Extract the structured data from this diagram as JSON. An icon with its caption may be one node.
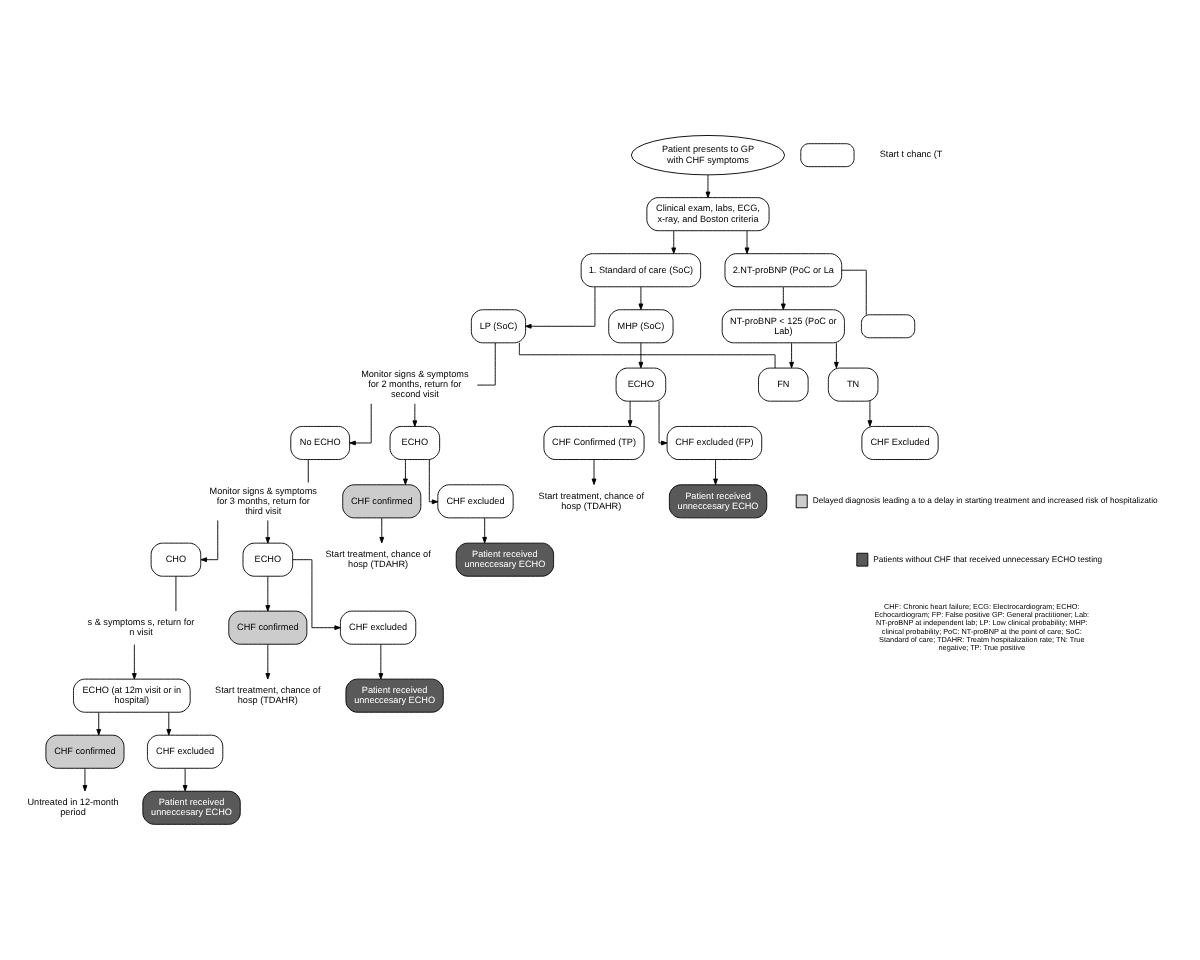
{
  "diagram": {
    "nodes": [
      {
        "text": [
          "Patient presents to GP with CHF symptoms"
        ]
      },
      {
        "text": [
          "Clinical exam, labs, ECG, x-ray, and Boston criteria"
        ]
      },
      {
        "text": [
          "1. Standard of care (SoC)"
        ]
      },
      {
        "text": [
          "2.NT-proBNP (PoC or La"
        ]
      },
      {
        "text": [
          "LP (SoC)"
        ]
      },
      {
        "text": [
          "MHP (SoC)"
        ]
      },
      {
        "text": [
          "NT-proBNP < 125 (PoC or Lab)"
        ]
      },
      {
        "text": [
          "Monitor signs & symptoms for 2 months, return for second visit"
        ]
      },
      {
        "text": [
          "No ECHO"
        ]
      },
      {
        "text": [
          "ECHO"
        ]
      },
      {
        "text": [
          "CHF confirmed"
        ]
      },
      {
        "text": [
          "CHF excluded"
        ]
      },
      {
        "text": [
          "Start treatment, chance of hosp (TDAHR)"
        ]
      },
      {
        "text": [
          "Patient received unneccesary ECHO"
        ]
      },
      {
        "text": [
          "Monitor signs & symptoms for 3 months, return for third visit"
        ]
      },
      {
        "text": [
          "CHO"
        ]
      },
      {
        "text": [
          "ECHO"
        ]
      },
      {
        "text": [
          "CHF confirmed"
        ]
      },
      {
        "text": [
          "CHF excluded"
        ]
      },
      {
        "text": [
          "Start treatment, chance of hosp (TDAHR)"
        ]
      },
      {
        "text": [
          "Patient received unneccesary ECHO"
        ]
      },
      {
        "text": [
          "s & symptoms s, return for n visit"
        ]
      },
      {
        "text": [
          "ECHO (at 12m visit or in hospital)"
        ]
      },
      {
        "text": [
          "CHF confirmed"
        ]
      },
      {
        "text": [
          "CHF excluded"
        ]
      },
      {
        "text": [
          "Untreated in 12-month period"
        ]
      },
      {
        "text": [
          "Patient received unneccesary ECHO"
        ]
      },
      {
        "text": [
          "ECHO"
        ]
      },
      {
        "text": [
          "CHF Confirmed (TP)"
        ]
      },
      {
        "text": [
          "CHF excluded (FP)"
        ]
      },
      {
        "text": [
          "Start treatment, chance of hosp (TDAHR)"
        ]
      },
      {
        "text": [
          "Patient received unneccesary ECHO"
        ]
      },
      {
        "text": [
          "FN"
        ]
      },
      {
        "text": [
          "TN"
        ]
      },
      {
        "text": [
          "CHF Excluded"
        ]
      },
      {
        "text": [],
        "shape": "box"
      },
      {
        "text": [],
        "shape": "box"
      },
      {
        "text": [
          "Start t chanc (T"
        ]
      }
    ],
    "edges": [
      {
        "from": 0,
        "to": 1,
        "arrow": "to"
      },
      {
        "from": 1,
        "to": 2,
        "arrow": "to"
      },
      {
        "from": 1,
        "to": 3,
        "arrow": "to"
      },
      {
        "from": 2,
        "to": 4,
        "arrow": "to"
      },
      {
        "from": 2,
        "to": 5,
        "arrow": "to"
      },
      {
        "from": 3,
        "to": 6,
        "arrow": "to"
      },
      {
        "from": 3,
        "to": 35,
        "arrow": "none"
      },
      {
        "from": 4,
        "to": 7,
        "arrow": "none"
      },
      {
        "from": 7,
        "to": 8,
        "arrow": "to"
      },
      {
        "from": 7,
        "to": 9,
        "arrow": "to"
      },
      {
        "from": 9,
        "to": 10,
        "arrow": "to"
      },
      {
        "from": 9,
        "to": 11,
        "arrow": "to"
      },
      {
        "from": 10,
        "to": 12,
        "arrow": "to"
      },
      {
        "from": 11,
        "to": 13,
        "arrow": "to"
      },
      {
        "from": 8,
        "to": 14,
        "arrow": "none"
      },
      {
        "from": 14,
        "to": 15,
        "arrow": "to"
      },
      {
        "from": 14,
        "to": 16,
        "arrow": "to"
      },
      {
        "from": 16,
        "to": 17,
        "arrow": "to"
      },
      {
        "from": 16,
        "to": 18,
        "arrow": "to"
      },
      {
        "from": 17,
        "to": 19,
        "arrow": "to"
      },
      {
        "from": 18,
        "to": 20,
        "arrow": "to"
      },
      {
        "from": 15,
        "to": 21,
        "arrow": "none"
      },
      {
        "from": 21,
        "to": 22,
        "arrow": "to"
      },
      {
        "from": 22,
        "to": 23,
        "arrow": "to"
      },
      {
        "from": 22,
        "to": 24,
        "arrow": "to"
      },
      {
        "from": 23,
        "to": 25,
        "arrow": "to"
      },
      {
        "from": 24,
        "to": 26,
        "arrow": "to"
      },
      {
        "from": 5,
        "to": 27,
        "arrow": "to"
      },
      {
        "from": 27,
        "to": 28,
        "arrow": "to"
      },
      {
        "from": 27,
        "to": 29,
        "arrow": "to"
      },
      {
        "from": 28,
        "to": 30,
        "arrow": "to"
      },
      {
        "from": 29,
        "to": 31,
        "arrow": "to"
      },
      {
        "from": 6,
        "to": 32,
        "arrow": "to"
      },
      {
        "from": 6,
        "to": 33,
        "arrow": "to"
      },
      {
        "from": 33,
        "to": 34,
        "arrow": "to"
      },
      {
        "from": 32,
        "to": 4,
        "arrow": "none"
      }
    ],
    "labels": [
      "CHF: Chronic heart failure; ECG: Electrocardiogram; ECHO: Echocardiogram; FP: False positive GP: General practitioner; Lab: NT-proBNP at independent lab; LP: Low clinical probability; MHP: clinical probability; PoC: NT-proBNP at the point of care; SoC: Standard of care; TDAHR: Treatm hospitalization rate; TN: True negative; TP: True positive"
    ],
    "legend": [
      {
        "text": "Delayed diagnosis leading a to a delay in starting treatment and increased risk of hospitalizatio",
        "color": "#cccccc"
      },
      {
        "text": "Patients without CHF that received unnecessary ECHO testing",
        "color": "#595959"
      }
    ]
  }
}
